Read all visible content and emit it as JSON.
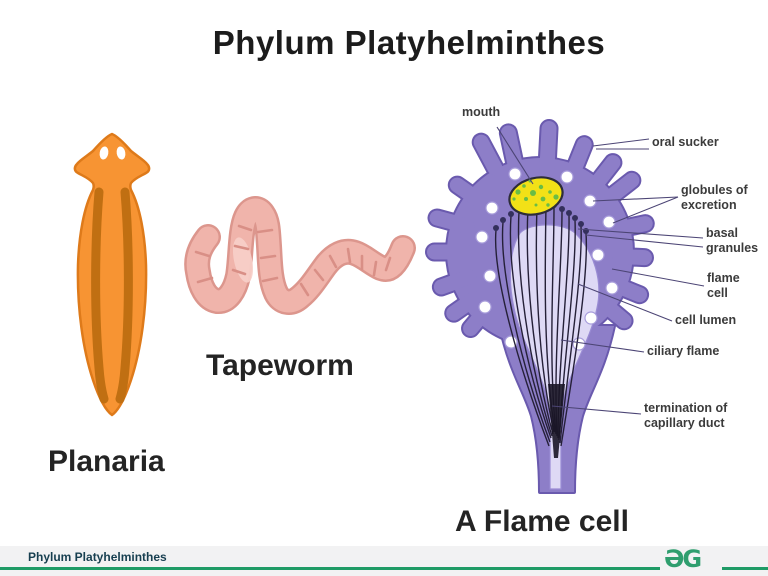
{
  "title": "Phylum Platyhelminthes",
  "specimens": {
    "planaria_label": "Planaria",
    "tapeworm_label": "Tapeworm",
    "flame_cell_caption": "A Flame cell"
  },
  "flame_cell_annotations": {
    "mouth": "mouth",
    "oral_sucker": "oral sucker",
    "globules_of_excretion": "globules of\nexcretion",
    "basal_granules": "basal\ngranules",
    "flame_cell": "flame\ncell",
    "cell_lumen": "cell lumen",
    "ciliary_flame": "ciliary flame",
    "termination_of_capillary_duct": "termination of\ncapillary duct"
  },
  "footer": {
    "label": "Phylum Platyhelminthes",
    "logo_text": "ƏG"
  },
  "colors": {
    "planaria_orange": "#F79433",
    "planaria_outline": "#DE7A1A",
    "planaria_stripe": "#C06F12",
    "tapeworm_pink": "#F0B4AB",
    "tapeworm_outline": "#DC968D",
    "cell_purple": "#8D7EC8",
    "cell_outline": "#6A5AAE",
    "lumen_lavender": "#DED9F5",
    "nucleus_yellow": "#F2E117",
    "granule_green": "#69BD45",
    "footer_green": "#1F9B66",
    "footer_text": "#173F50"
  }
}
